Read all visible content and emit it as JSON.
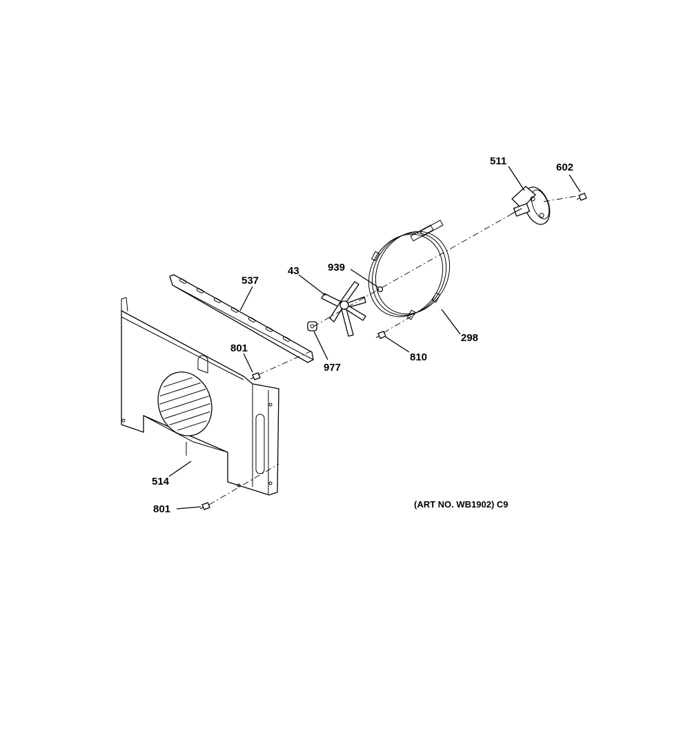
{
  "diagram": {
    "art_number": "(ART NO. WB1902) C9",
    "callouts": {
      "c511": "511",
      "c602": "602",
      "c537": "537",
      "c43": "43",
      "c939": "939",
      "c298": "298",
      "c801_top": "801",
      "c977": "977",
      "c810": "810",
      "c514": "514",
      "c801_bottom": "801"
    }
  }
}
